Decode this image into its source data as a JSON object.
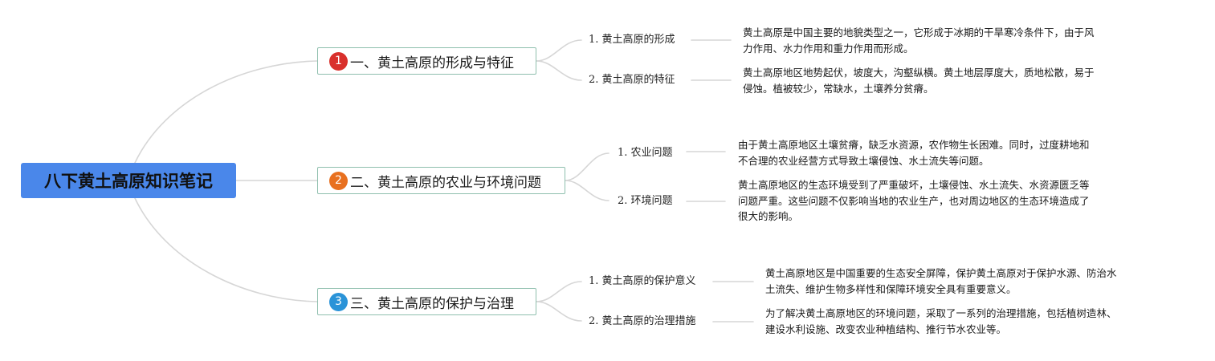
{
  "root": {
    "title": "八下黄土高原知识笔记"
  },
  "sections": [
    {
      "number": "1",
      "badge_color": "#d9302c",
      "title": "一、黄土高原的形成与特征",
      "items": [
        {
          "label": "1. 黄土高原的形成",
          "desc_lines": [
            "黄土高原是中国主要的地貌类型之一，它形成于冰期的干旱寒冷条件下，由于风",
            "力作用、水力作用和重力作用而形成。"
          ]
        },
        {
          "label": "2. 黄土高原的特征",
          "desc_lines": [
            "黄土高原地区地势起伏，坡度大，沟壑纵横。黄土地层厚度大，质地松散，易于",
            "侵蚀。植被较少，常缺水，土壤养分贫瘠。"
          ]
        }
      ]
    },
    {
      "number": "2",
      "badge_color": "#e8701f",
      "title": "二、黄土高原的农业与环境问题",
      "items": [
        {
          "label": "1. 农业问题",
          "desc_lines": [
            "由于黄土高原地区土壤贫瘠，缺乏水资源，农作物生长困难。同时，过度耕地和",
            "不合理的农业经营方式导致土壤侵蚀、水土流失等问题。"
          ]
        },
        {
          "label": "2. 环境问题",
          "desc_lines": [
            "黄土高原地区的生态环境受到了严重破坏，土壤侵蚀、水土流失、水资源匮乏等",
            "问题严重。这些问题不仅影响当地的农业生产，也对周边地区的生态环境造成了",
            "很大的影响。"
          ]
        }
      ]
    },
    {
      "number": "3",
      "badge_color": "#2a93d8",
      "title": "三、黄土高原的保护与治理",
      "items": [
        {
          "label": "1. 黄土高原的保护意义",
          "desc_lines": [
            "黄土高原地区是中国重要的生态安全屏障，保护黄土高原对于保护水源、防治水",
            "土流失、维护生物多样性和保障环境安全具有重要意义。"
          ]
        },
        {
          "label": "2. 黄土高原的治理措施",
          "desc_lines": [
            "为了解决黄土高原地区的环境问题，采取了一系列的治理措施，包括植树造林、",
            "建设水利设施、改变农业种植结构、推行节水农业等。"
          ]
        }
      ]
    }
  ]
}
